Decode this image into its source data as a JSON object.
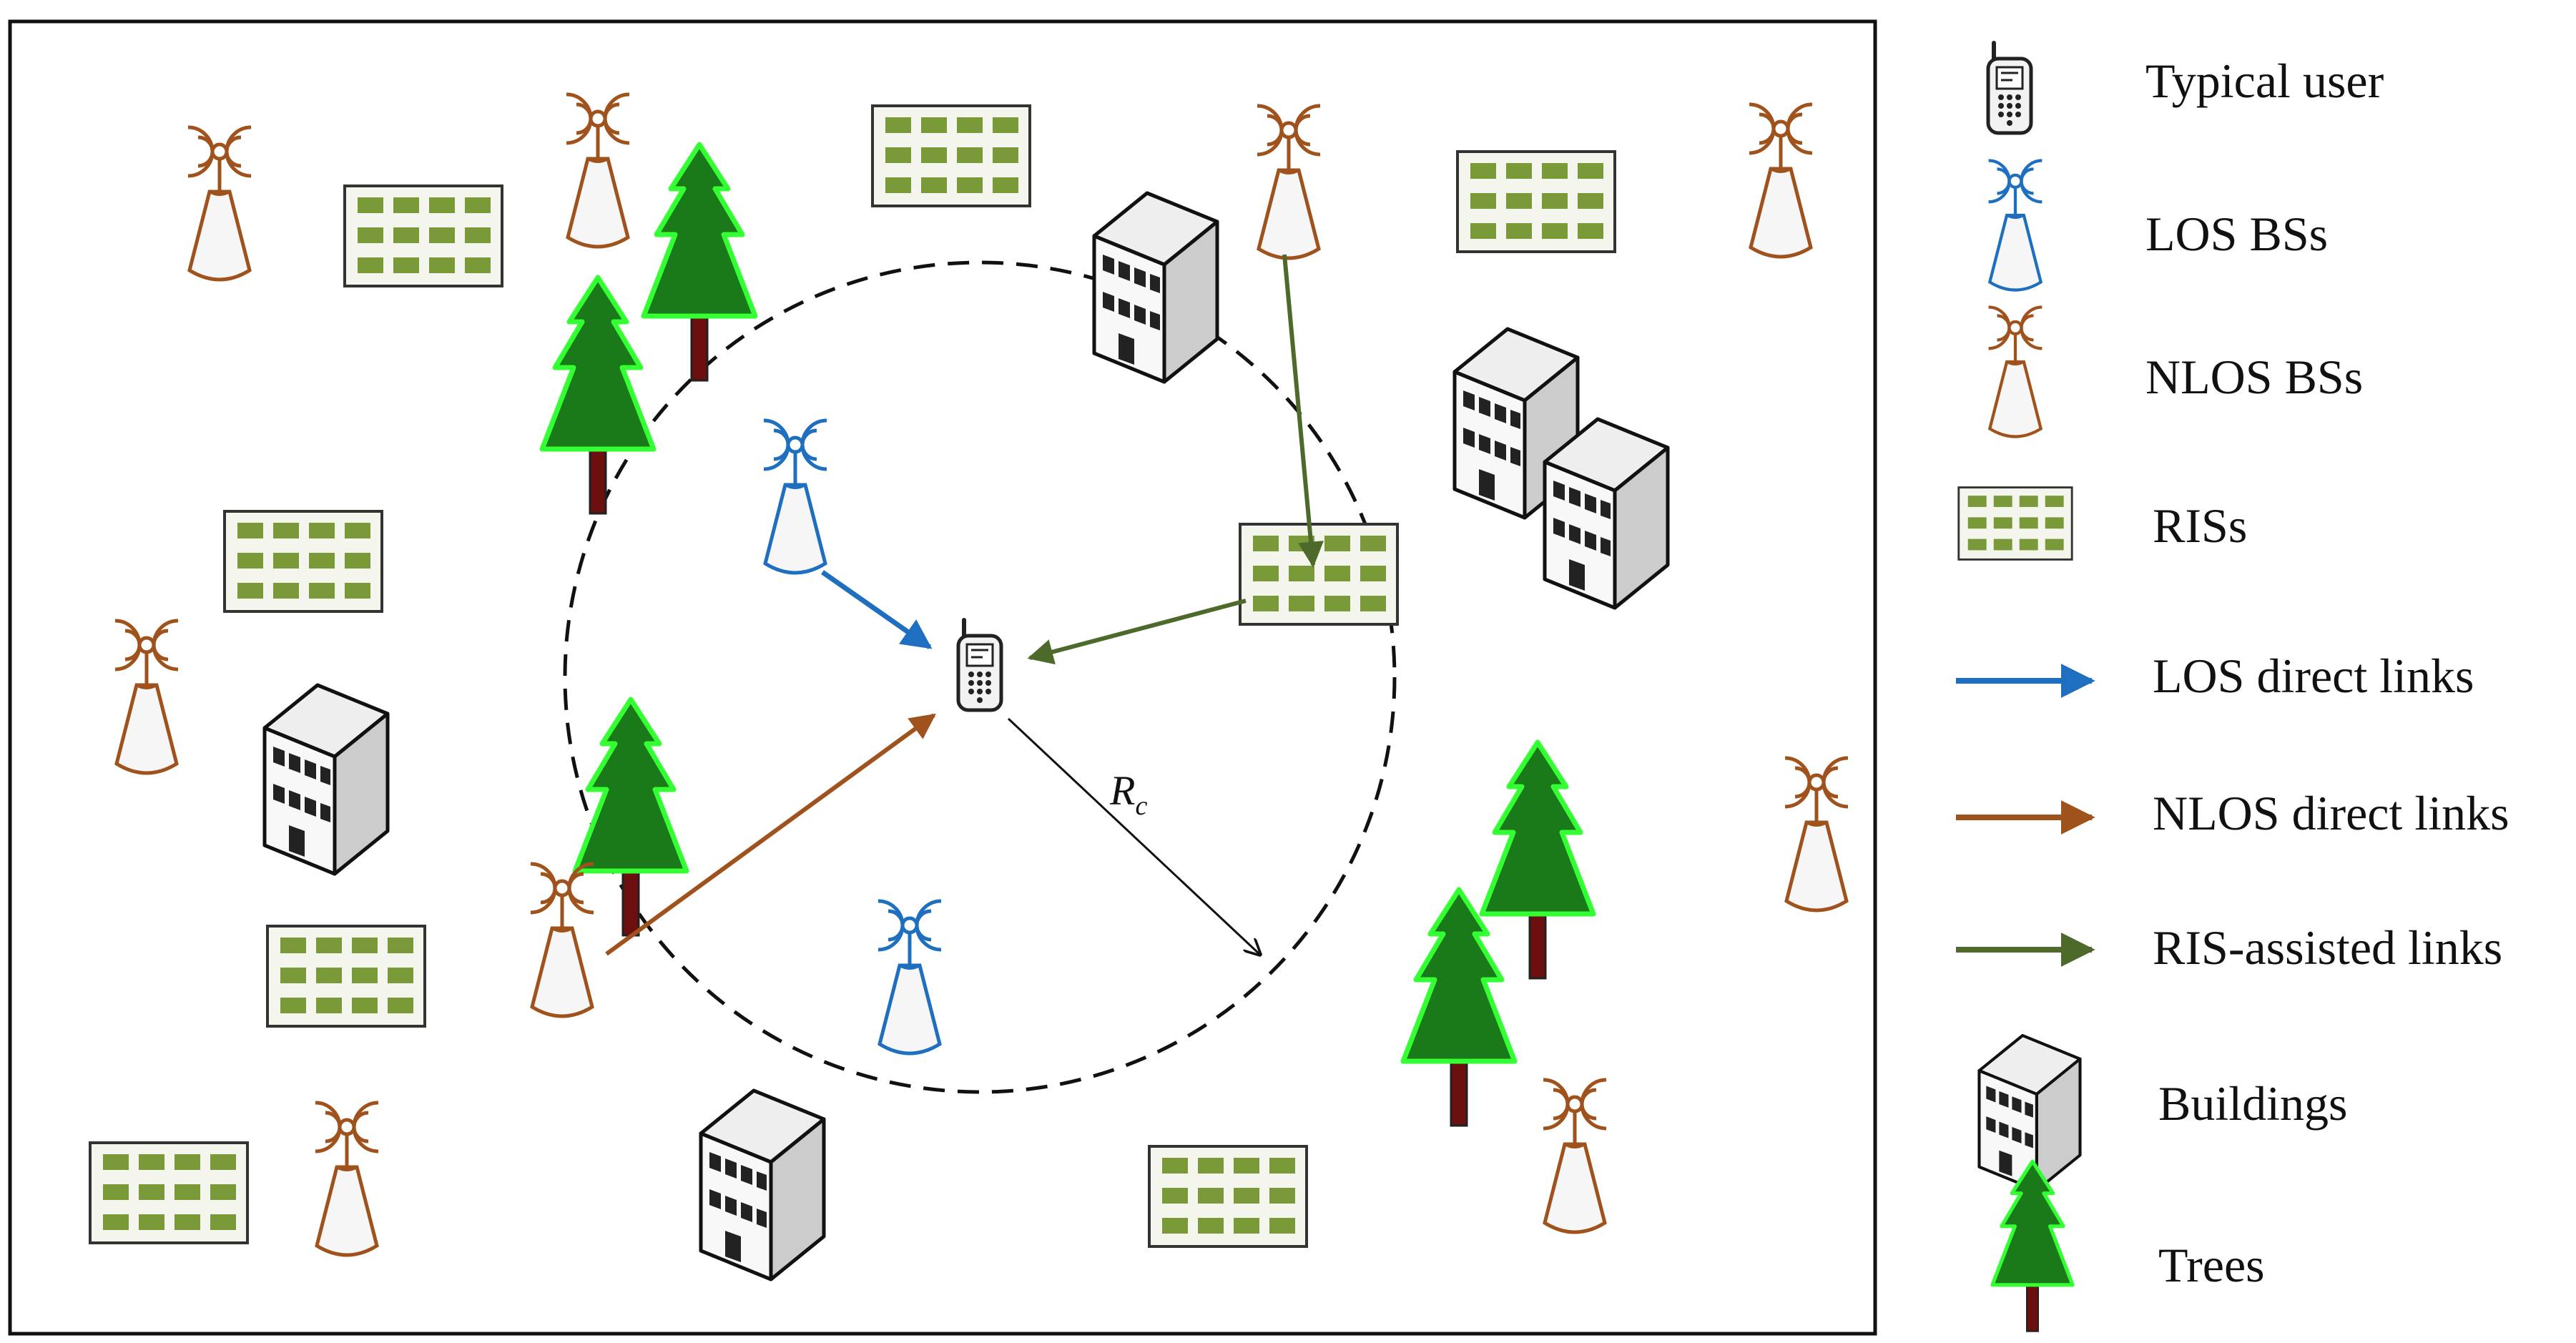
{
  "legend": {
    "items": [
      {
        "key": "user",
        "label": "Typical user"
      },
      {
        "key": "los_bs",
        "label": "LOS BSs"
      },
      {
        "key": "nlos_bs",
        "label": "NLOS BSs"
      },
      {
        "key": "ris",
        "label": "RISs"
      },
      {
        "key": "los_link",
        "label": "LOS direct links"
      },
      {
        "key": "nlos_link",
        "label": "NLOS direct links"
      },
      {
        "key": "ris_link",
        "label": "RIS-assisted links"
      },
      {
        "key": "building",
        "label": "Buildings"
      },
      {
        "key": "tree",
        "label": "Trees"
      }
    ]
  },
  "diagram": {
    "radius_label": "R",
    "radius_subscript": "c"
  },
  "colors": {
    "los": "#1f6fc0",
    "nlos": "#a0521c",
    "ris_link": "#4d6a2a",
    "ris_cell": "#7a9a3a",
    "tree": "#1a7a1a",
    "tree_glow": "#33ff33",
    "trunk": "#6b0f0f"
  },
  "icons": [
    "phone-icon",
    "base-station-icon",
    "ris-panel-icon",
    "building-icon",
    "tree-icon"
  ]
}
